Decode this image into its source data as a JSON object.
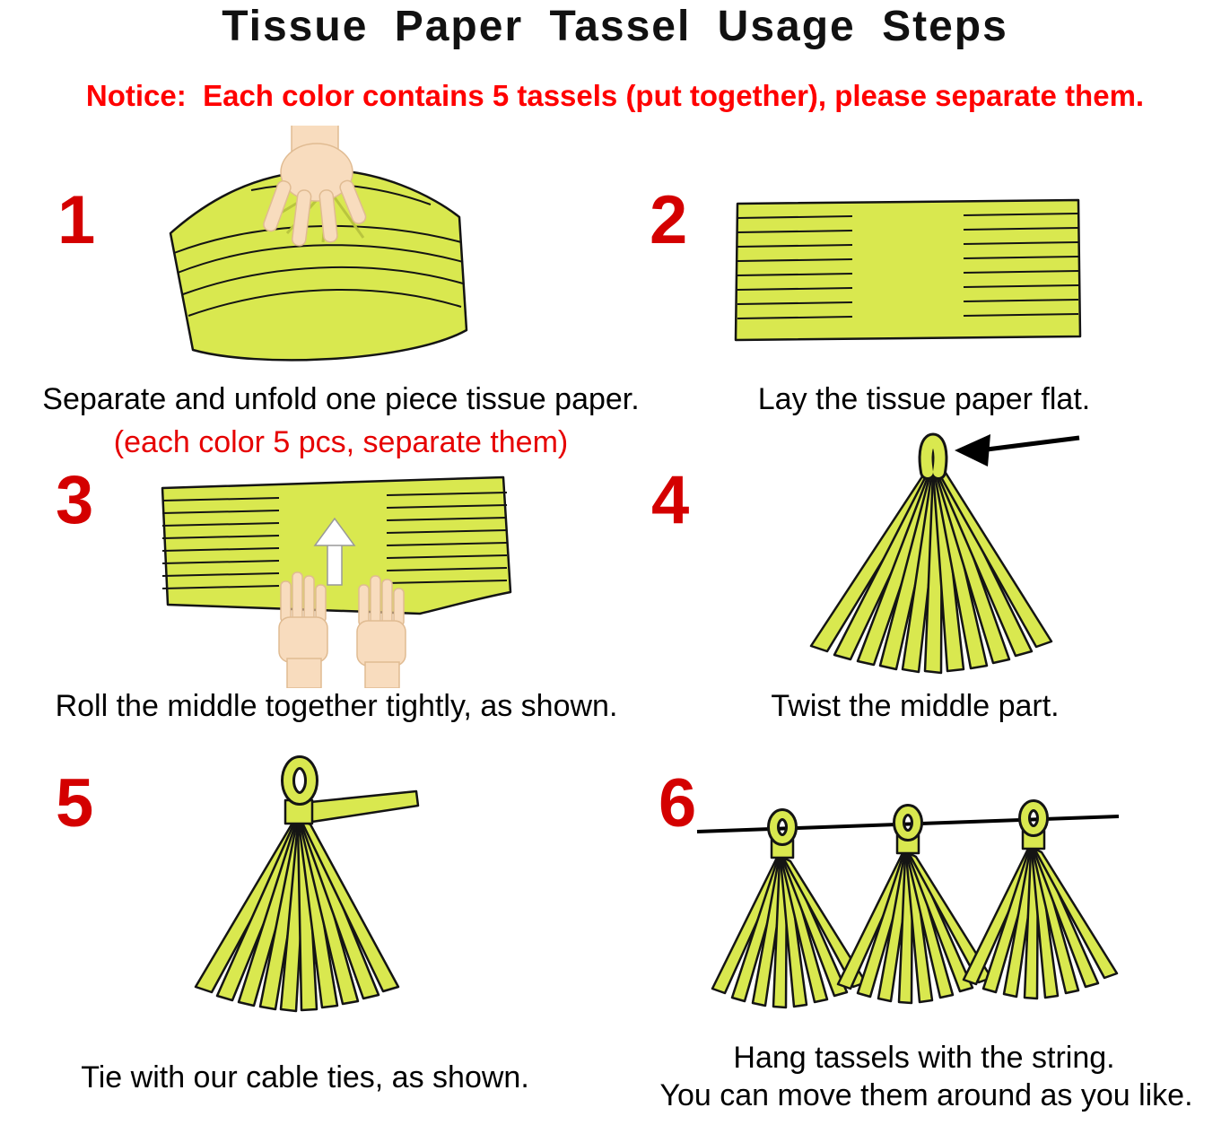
{
  "title": "Tissue Paper Tassel Usage Steps",
  "notice": "Notice:  Each color contains 5 tassels (put together), please separate them.",
  "colors": {
    "tissue_green": "#d9e84f",
    "notice_red": "#ff0000",
    "number_red": "#d40000",
    "text_black": "#000000"
  },
  "steps": [
    {
      "number": "1",
      "caption": "Separate and unfold one piece tissue paper.",
      "subcaption": "(each color 5 pcs, separate them)",
      "illustration": "hand-unfolding-tissue"
    },
    {
      "number": "2",
      "caption": "Lay the tissue paper flat.",
      "illustration": "flat-fringed-tissue"
    },
    {
      "number": "3",
      "caption": "Roll the middle together tightly, as shown.",
      "illustration": "hands-rolling-middle"
    },
    {
      "number": "4",
      "caption": "Twist the middle part.",
      "illustration": "twisted-tassel-with-arrow"
    },
    {
      "number": "5",
      "caption": "Tie with our cable ties, as shown.",
      "illustration": "tassel-with-cable-tie"
    },
    {
      "number": "6",
      "caption": "Hang tassels with the string.",
      "caption2": "You can move them around as you like.",
      "illustration": "three-tassels-on-string"
    }
  ]
}
